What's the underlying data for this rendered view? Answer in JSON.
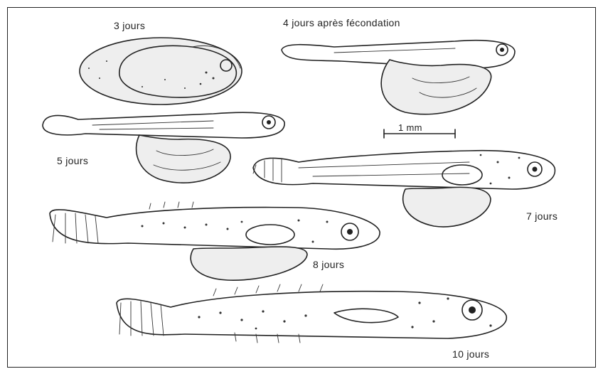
{
  "figure": {
    "stages": [
      {
        "id": "d3",
        "label": "3 jours"
      },
      {
        "id": "d4",
        "label": "4 jours après fécondation"
      },
      {
        "id": "d5",
        "label": "5 jours"
      },
      {
        "id": "d7",
        "label": "7 jours"
      },
      {
        "id": "d8",
        "label": "8 jours"
      },
      {
        "id": "d10",
        "label": "10 jours"
      }
    ],
    "scale_bar": {
      "label": "1 mm"
    }
  }
}
